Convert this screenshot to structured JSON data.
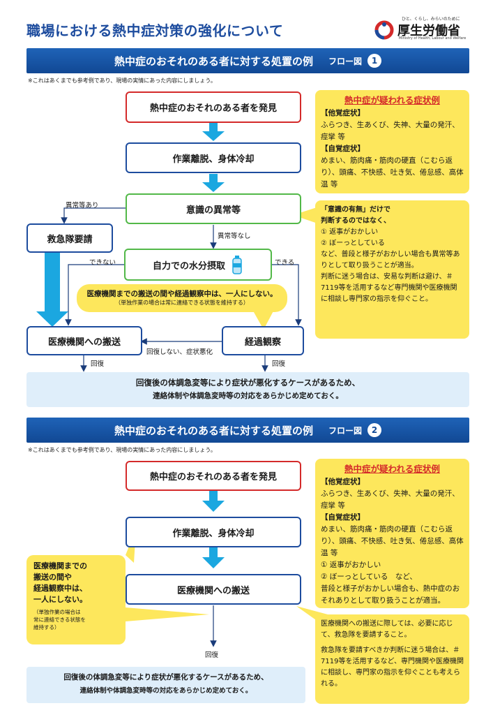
{
  "header": {
    "title": "職場における熱中症対策の強化について",
    "logo_tagline": "ひと、くらし、みらいのために",
    "logo_name": "厚生労働省",
    "logo_sub": "Ministry of Health, Labour and Welfare"
  },
  "section1": {
    "banner": "熱中症のおそれのある者に対する処置の例",
    "flow_label": "フロー図",
    "flow_no": "1",
    "note": "※これはあくまでも参考例であり、現場の実情にあった内容にしましょう。",
    "discover": "熱中症のおそれのある者を発見",
    "remove": "作業離脱、身体冷却",
    "consciousness": "意識の異常等",
    "ambulance": "救急隊要請",
    "water": "自力での水分摂取",
    "hospital": "医療機関への搬送",
    "observe": "経過観察",
    "label_abnormal": "異常等あり",
    "label_no_abnormal": "異常等なし",
    "label_cannot": "できない",
    "label_can": "できる",
    "label_not_recovered": "回復しない、症状悪化",
    "label_recover_left": "回復",
    "label_recover_right": "回復",
    "alone_main": "医療機関までの搬送の間や経過観察中は、一人にしない。",
    "alone_sub": "（単独作業の場合は常に連絡できる状態を維持する）",
    "symptoms": {
      "heading": "熱中症が疑われる症状例",
      "other_title": "【他覚症状】",
      "other": "ふらつき、生あくび、失神、大量の発汗、痙攣 等",
      "self_title": "【自覚症状】",
      "self": "めまい、筋肉痛・筋肉の硬直（こむら返り）、頭痛、不快感、吐き気、倦怠感、高体温 等"
    },
    "judge": {
      "line1": "「意識の有無」だけで",
      "line2": "判断するのではなく、",
      "item1": "① 返事がおかしい",
      "item2": "② ぼーっとしている",
      "text1": "など、普段と様子がおかしい場合も異常等ありとして取り扱うことが適当。",
      "text2": "判断に迷う場合は、安易な判断は避け、＃7119等を活用するなど専門機関や医療機関に相談し専門家の指示を仰ぐこと。"
    },
    "bottom1": "回復後の体調急変等により症状が悪化するケースがあるため、",
    "bottom2": "連絡体制や体調急変時等の対応をあらかじめ定めておく。"
  },
  "section2": {
    "banner": "熱中症のおそれのある者に対する処置の例",
    "flow_label": "フロー図",
    "flow_no": "2",
    "note": "※これはあくまでも参考例であり、現場の実情にあった内容にしましょう。",
    "discover": "熱中症のおそれのある者を発見",
    "remove": "作業離脱、身体冷却",
    "hospital": "医療機関への搬送",
    "label_recover": "回復",
    "alone": {
      "l1": "医療機関までの",
      "l2": "搬送の間や",
      "l3": "経過観察中は、",
      "l4": "一人にしない。",
      "s1": "（単独作業の場合は",
      "s2": "常に連絡できる状態を",
      "s3": "維持する）"
    },
    "symptoms": {
      "heading": "熱中症が疑われる症状例",
      "other_title": "【他覚症状】",
      "other": "ふらつき、生あくび、失神、大量の発汗、痙攣 等",
      "self_title": "【自覚症状】",
      "self": "めまい、筋肉痛・筋肉の硬直（こむら返り）、頭痛、不快感、吐き気、倦怠感、高体温 等",
      "item1": "① 返事がおかしい",
      "item2": "② ぼーっとしている　など、",
      "text": "普段と様子がおかしい場合も、熱中症のおそれありとして取り扱うことが適当。"
    },
    "ambulance_note": {
      "t1": "医療機関への搬送に際しては、必要に応じて、救急隊を要請すること。",
      "t2": "救急隊を要請すべきか判断に迷う場合は、＃7119等を活用するなど、専門機関や医療機関に相談し、専門家の指示を仰ぐことも考えられる。"
    },
    "bottom1": "回復後の体調急変等により症状が悪化するケースがあるため、",
    "bottom2": "連絡体制や体調急変時等の対応をあらかじめ定めておく。"
  },
  "colors": {
    "banner_blue": "#1a57a8",
    "box_blue": "#1d4c9e",
    "box_red": "#d42a2a",
    "box_green": "#52b848",
    "arrow_cyan": "#1ba7e0",
    "note_yellow": "#fde75c",
    "footer_blue": "#dfeefa"
  }
}
